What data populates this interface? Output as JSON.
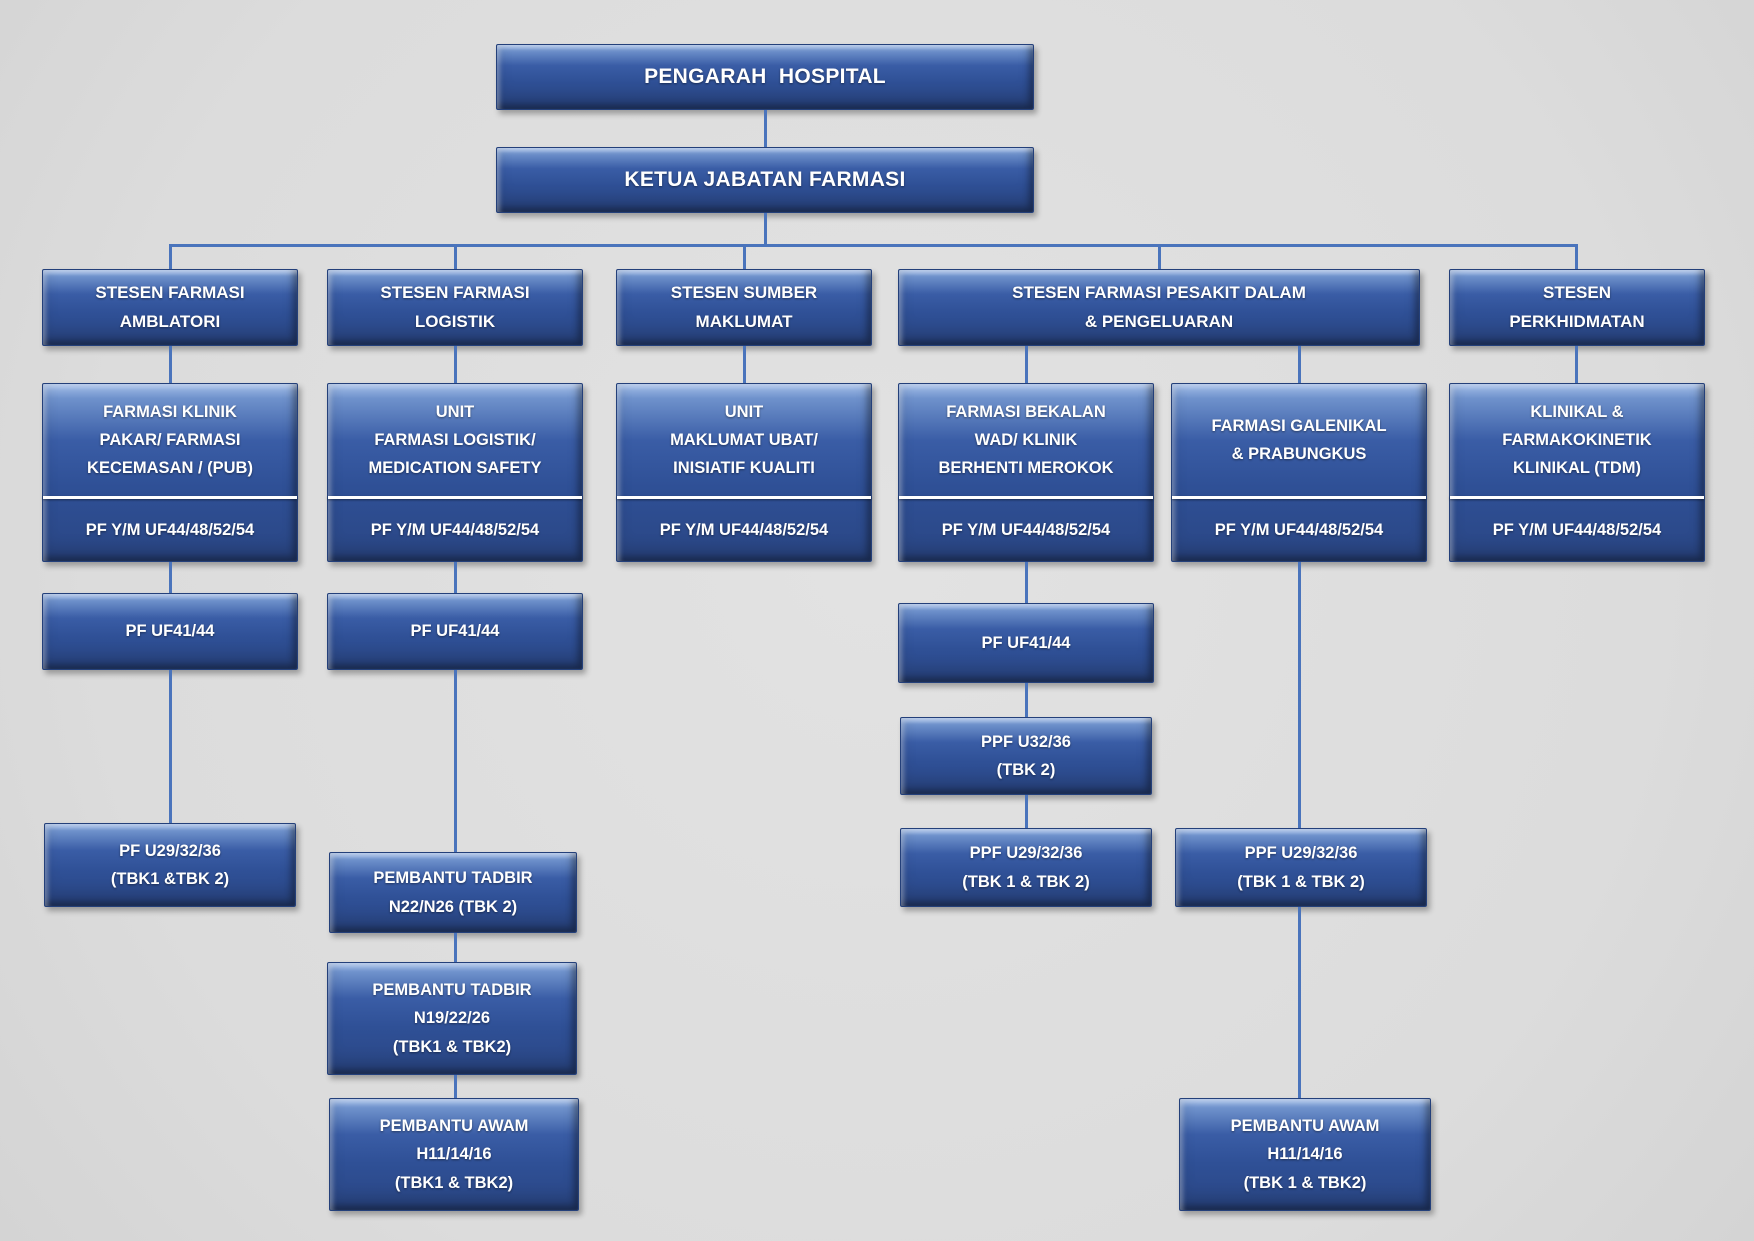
{
  "theme": {
    "background": "#dcdcdc",
    "box_fill": "#2f5096",
    "box_border": "#24407a",
    "connector": "#4a74bc",
    "text": "#ffffff",
    "divider": "#ffffff"
  },
  "chart": {
    "director": {
      "title": "PENGARAH  HOSPITAL"
    },
    "head": {
      "title": "KETUA JABATAN FARMASI"
    },
    "stations": [
      {
        "title": "STESEN FARMASI\nAMBLATORI"
      },
      {
        "title": "STESEN FARMASI\nLOGISTIK"
      },
      {
        "title": "STESEN SUMBER\nMAKLUMAT"
      },
      {
        "title": "STESEN FARMASI PESAKIT DALAM\n& PENGELUARAN"
      },
      {
        "title": "STESEN\nPERKHIDMATAN"
      }
    ],
    "units": [
      {
        "title": "FARMASI KLINIK\nPAKAR/ FARMASI\nKECEMASAN / (PUB)",
        "grade": "PF Y/M UF44/48/52/54"
      },
      {
        "title": "UNIT\nFARMASI LOGISTIK/\nMEDICATION SAFETY",
        "grade": "PF Y/M UF44/48/52/54"
      },
      {
        "title": "UNIT\nMAKLUMAT UBAT/\nINISIATIF KUALITI",
        "grade": "PF Y/M UF44/48/52/54"
      },
      {
        "title": "FARMASI BEKALAN\nWAD/ KLINIK\nBERHENTI MEROKOK",
        "grade": "PF Y/M UF44/48/52/54"
      },
      {
        "title": "FARMASI GALENIKAL\n& PRABUNGKUS",
        "grade": "PF Y/M UF44/48/52/54"
      },
      {
        "title": "KLINIKAL &\nFARMAKOKINETIK\nKLINIKAL (TDM)",
        "grade": "PF Y/M UF44/48/52/54"
      }
    ],
    "posts": {
      "amblatori_pf_uf4144": "PF UF41/44",
      "logistik_pf_uf4144": "PF UF41/44",
      "bekalan_pf_uf4144": "PF UF41/44",
      "amblatori_pf_u29": "PF U29/32/36\n(TBK1 &TBK 2)",
      "logistik_pt_n22": "PEMBANTU TADBIR\nN22/N26 (TBK 2)",
      "logistik_pt_n19": "PEMBANTU TADBIR\nN19/22/26\n(TBK1 & TBK2)",
      "logistik_pa_h11": "PEMBANTU AWAM\nH11/14/16\n(TBK1 & TBK2)",
      "bekalan_ppf_u32": "PPF U32/36\n(TBK 2)",
      "bekalan_ppf_u29": "PPF U29/32/36\n(TBK 1 & TBK 2)",
      "galenikal_ppf_u29": "PPF U29/32/36\n(TBK 1 & TBK 2)",
      "galenikal_pa_h11": "PEMBANTU AWAM\nH11/14/16\n(TBK 1 & TBK2)"
    }
  }
}
